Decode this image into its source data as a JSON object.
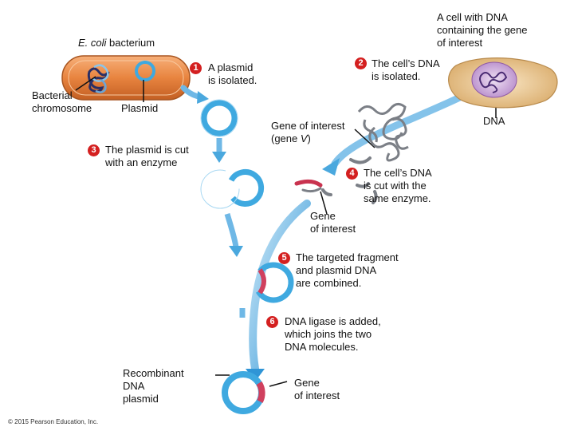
{
  "labels": {
    "ecoli": {
      "name": "E. coli",
      "rest": " bacterium"
    },
    "donor_cell": [
      "A cell with DNA",
      "containing the gene",
      "of interest"
    ],
    "bacterial_chromosome": [
      "Bacterial",
      "chromosome"
    ],
    "plasmid": "Plasmid",
    "dna": "DNA",
    "gene_v": {
      "line1": "Gene of interest",
      "open": "(gene ",
      "v": "V",
      "close": ")"
    },
    "gene_interest_fragment": [
      "Gene",
      "of interest"
    ],
    "recombinant": [
      "Recombinant",
      "DNA",
      "plasmid"
    ],
    "gene_interest_final": [
      "Gene",
      "of interest"
    ],
    "copyright": "© 2015 Pearson Education, Inc."
  },
  "steps": [
    {
      "num": "1",
      "lines": [
        "A plasmid",
        "is isolated."
      ]
    },
    {
      "num": "2",
      "lines": [
        "The cell’s DNA",
        "is isolated."
      ]
    },
    {
      "num": "3",
      "lines": [
        "The plasmid is cut",
        "with an enzyme"
      ]
    },
    {
      "num": "4",
      "lines": [
        "The cell’s DNA",
        "is cut with the",
        "same enzyme."
      ]
    },
    {
      "num": "5",
      "lines": [
        "The targeted fragment",
        "and plasmid DNA",
        "are combined."
      ]
    },
    {
      "num": "6",
      "lines": [
        "DNA ligase is added,",
        "which joins the two",
        "DNA molecules."
      ]
    }
  ],
  "colors": {
    "plasmid_blue": "#3fa9e0",
    "arrow_blue": "#4aa8de",
    "gene_red": "#d0405e",
    "bacterium_orange": "#e07a3a",
    "cell_tan": "#e6c28d",
    "nucleus_purple": "#c7a1d6",
    "badge_red": "#d42020"
  }
}
